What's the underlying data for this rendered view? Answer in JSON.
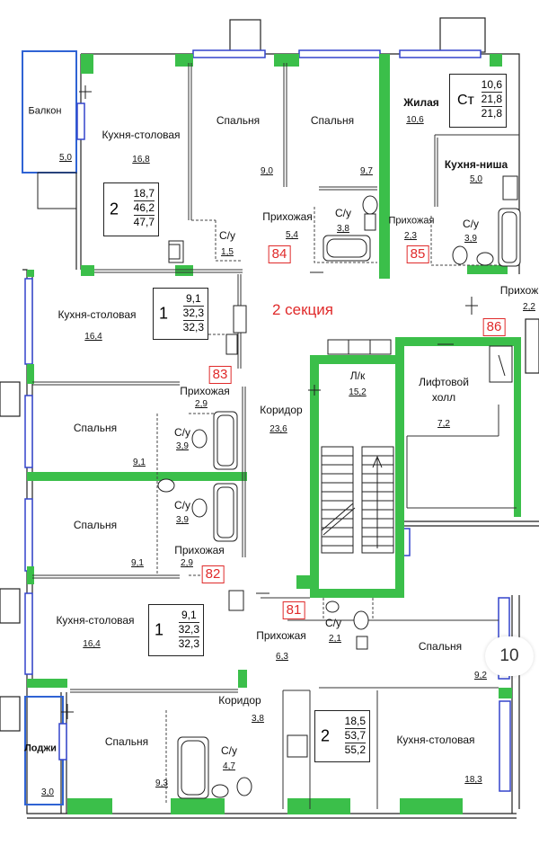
{
  "section_label": "2 секция",
  "page_indicator": "10",
  "colors": {
    "wall": "#3bbf4a",
    "window": "#3344cc",
    "balcony": "#2f63d4",
    "label_red": "#e02a2a",
    "ink": "#111111"
  },
  "apartments": [
    {
      "id": "84",
      "rooms": "2",
      "living": "18,7",
      "total": "46,2",
      "total_with_balcony": "47,7"
    },
    {
      "id": "85",
      "rooms": "Ст",
      "living": "10,6",
      "total": "21,8",
      "total_with_balcony": "21,8"
    },
    {
      "id": "83",
      "rooms": "1",
      "living": "9,1",
      "total": "32,3",
      "total_with_balcony": "32,3"
    },
    {
      "id": "82",
      "rooms": "1",
      "living": "9,1",
      "total": "32,3",
      "total_with_balcony": "32,3"
    },
    {
      "id": "81",
      "rooms": "2",
      "living": "18,5",
      "total": "53,7",
      "total_with_balcony": "55,2"
    },
    {
      "id": "86"
    }
  ],
  "rooms": {
    "balcony": {
      "name": "Балкон",
      "area": "5,0"
    },
    "kitchen_84": {
      "name": "Кухня-столовая",
      "area": "16,8"
    },
    "bed_84a": {
      "name": "Спальня",
      "area": "9,0"
    },
    "bed_84b": {
      "name": "Спальня",
      "area": "9,7"
    },
    "hall_84": {
      "name": "Прихожая",
      "area": "5,4"
    },
    "wc_84a": {
      "name": "С/у",
      "area": "1,5"
    },
    "wc_84b": {
      "name": "С/у",
      "area": "3,8"
    },
    "living_85": {
      "name": "Жилая",
      "area": "10,6"
    },
    "niche_85": {
      "name": "Кухня-ниша",
      "area": "5,0"
    },
    "hall_85": {
      "name": "Прихожая",
      "area": "2,3"
    },
    "wc_85": {
      "name": "С/у",
      "area": "3,9"
    },
    "hall_86": {
      "name": "Прихож",
      "area": "2,2"
    },
    "kitchen_83": {
      "name": "Кухня-столовая",
      "area": "16,4"
    },
    "hall_83": {
      "name": "Прихожая",
      "area": "2,9"
    },
    "corridor_main": {
      "name": "Коридор",
      "area": "23,6"
    },
    "stair": {
      "name": "Л/к",
      "area": "15,2"
    },
    "lift_hall": {
      "name": "Лифтовой холл",
      "area": "7,2"
    },
    "bed_83": {
      "name": "Спальня",
      "area": "9,1"
    },
    "wc_83": {
      "name": "С/у",
      "area": "3,9"
    },
    "bed_82": {
      "name": "Спальня",
      "area": "9,1"
    },
    "wc_82": {
      "name": "С/у",
      "area": "3,9"
    },
    "hall_82": {
      "name": "Прихожая",
      "area": "2,9"
    },
    "kitchen_82": {
      "name": "Кухня-столовая",
      "area": "16,4"
    },
    "hall_81": {
      "name": "Прихожая",
      "area": "6,3"
    },
    "wc_81a": {
      "name": "С/у",
      "area": "2,1"
    },
    "bed_81a": {
      "name": "Спальня",
      "area": "9,2"
    },
    "corridor_81": {
      "name": "Коридор",
      "area": "3,8"
    },
    "loggia": {
      "name": "Лоджи",
      "area": "3,0"
    },
    "bed_81b": {
      "name": "Спальня",
      "area": "9,3"
    },
    "wc_81b": {
      "name": "С/у",
      "area": "4,7"
    },
    "kitchen_81": {
      "name": "Кухня-столовая",
      "area": "18,3"
    }
  }
}
